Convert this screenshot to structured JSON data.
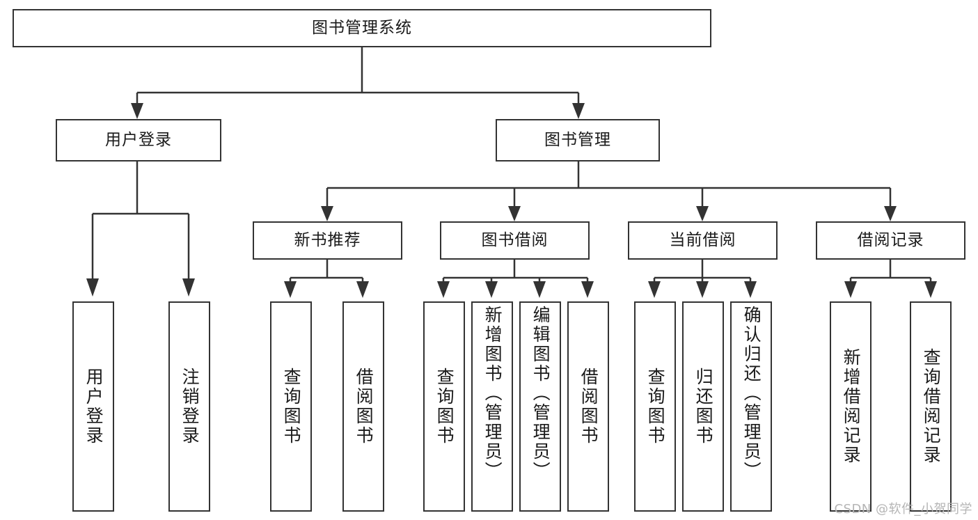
{
  "diagram": {
    "title": "图书管理系统",
    "type": "tree-hierarchy-diagram",
    "root": {
      "label": "图书管理系统"
    },
    "level2": [
      {
        "label": "用户登录"
      },
      {
        "label": "图书管理"
      }
    ],
    "level3": [
      {
        "label": "新书推荐"
      },
      {
        "label": "图书借阅"
      },
      {
        "label": "当前借阅"
      },
      {
        "label": "借阅记录"
      }
    ],
    "leaves": {
      "user_login": [
        {
          "label": "用户登录"
        },
        {
          "label": "注销登录"
        }
      ],
      "new_book_recommend": [
        {
          "label": "查询图书"
        },
        {
          "label": "借阅图书"
        }
      ],
      "book_borrow": [
        {
          "label": "查询图书"
        },
        {
          "label": "新增图书（管理员）"
        },
        {
          "label": "编辑图书（管理员）"
        },
        {
          "label": "借阅图书"
        }
      ],
      "current_borrow": [
        {
          "label": "查询图书"
        },
        {
          "label": "归还图书"
        },
        {
          "label": "确认归还（管理员）"
        }
      ],
      "borrow_record": [
        {
          "label": "新增借阅记录"
        },
        {
          "label": "查询借阅记录"
        }
      ]
    }
  },
  "watermark": {
    "text": "CSDN @软件_小贺同学"
  },
  "colors": {
    "border": "#333333",
    "text": "#1a1a1a",
    "background": "#ffffff",
    "watermark": "#b5b5b5"
  }
}
